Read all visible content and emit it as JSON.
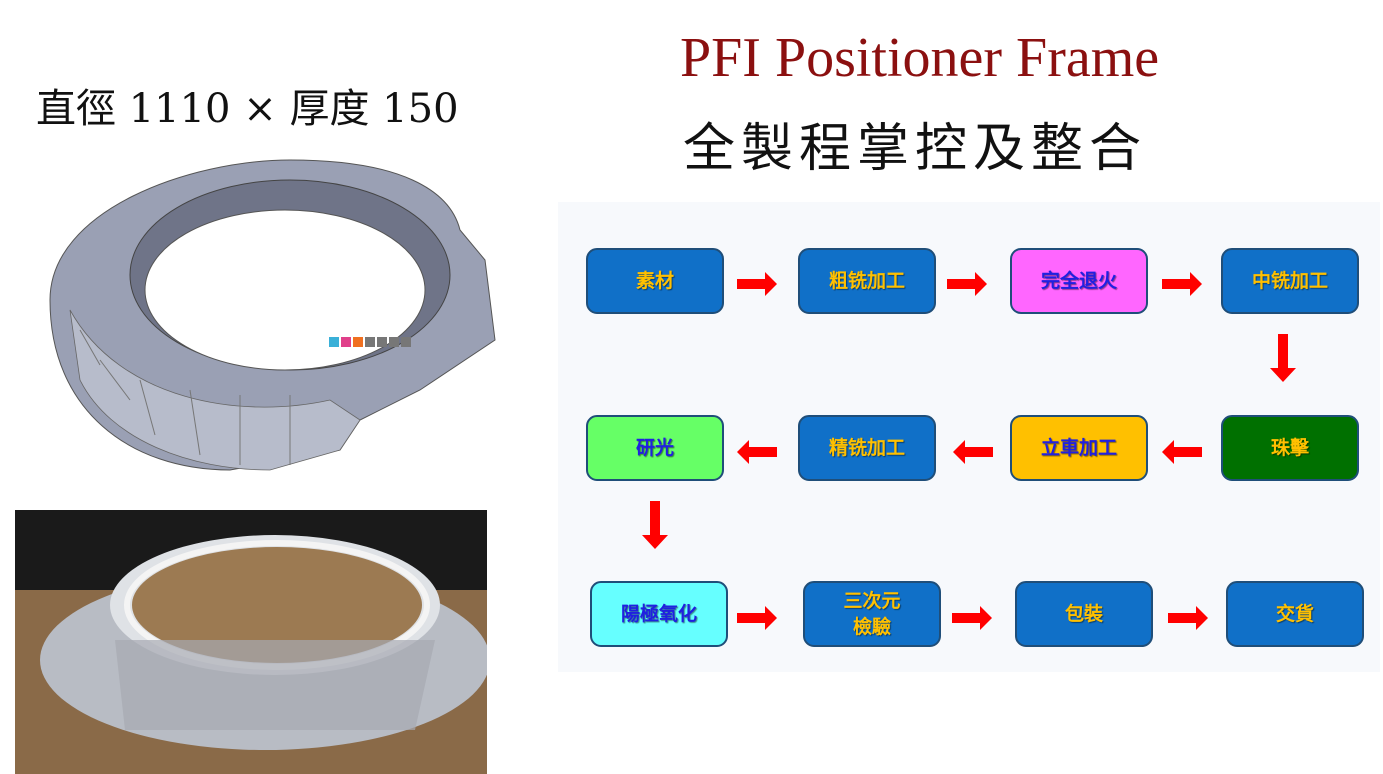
{
  "title_en": "PFI Positioner Frame",
  "title_zh": "全製程掌控及整合",
  "dimension_label": "直徑 1110 × 厚度 150",
  "colors": {
    "title_red": "#8b1010",
    "box_blue": "#1070c8",
    "box_text_gold": "#ffc000",
    "arrow_red": "#ff0000"
  },
  "flow": {
    "row1": [
      {
        "label": "素材",
        "bg": "#1070c8",
        "fg": "#ffc000"
      },
      {
        "label": "粗铣加工",
        "bg": "#1070c8",
        "fg": "#ffc000"
      },
      {
        "label": "完全退火",
        "bg": "#ff66ff",
        "fg": "#2020e0"
      },
      {
        "label": "中铣加工",
        "bg": "#1070c8",
        "fg": "#ffc000"
      }
    ],
    "row2": [
      {
        "label": "研光",
        "bg": "#66ff66",
        "fg": "#2020e0"
      },
      {
        "label": "精铣加工",
        "bg": "#1070c8",
        "fg": "#ffc000"
      },
      {
        "label": "立車加工",
        "bg": "#ffc000",
        "fg": "#2020e0"
      },
      {
        "label": "珠擊",
        "bg": "#007000",
        "fg": "#ffc000"
      }
    ],
    "row3": [
      {
        "label": "陽極氧化",
        "bg": "#66ffff",
        "fg": "#2020e0"
      },
      {
        "label": "三次元\n檢驗",
        "bg": "#1070c8",
        "fg": "#ffc000"
      },
      {
        "label": "包裝",
        "bg": "#1070c8",
        "fg": "#ffc000"
      },
      {
        "label": "交貨",
        "bg": "#1070c8",
        "fg": "#ffc000"
      }
    ]
  },
  "cad_toolbar_icons": [
    "tag-icon",
    "note-icon",
    "flag-icon",
    "gear-icon",
    "text-icon",
    "panel-icon",
    "settings-icon"
  ]
}
